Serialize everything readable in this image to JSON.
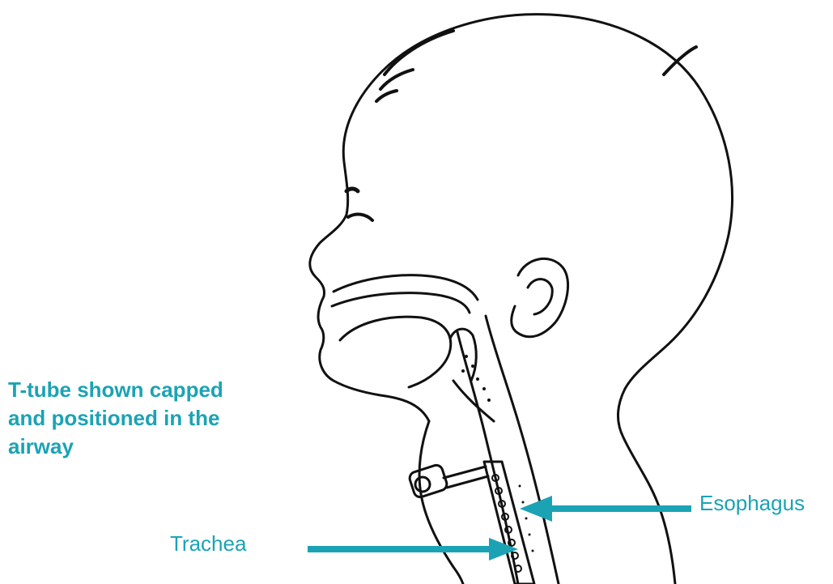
{
  "caption": {
    "lines": [
      "T-tube shown capped",
      "and positioned in the",
      "airway"
    ]
  },
  "labels": {
    "esophagus": "Esophagus",
    "trachea": "Trachea"
  },
  "colors": {
    "accent": "#1ba3b5",
    "line_art": "#111111"
  }
}
